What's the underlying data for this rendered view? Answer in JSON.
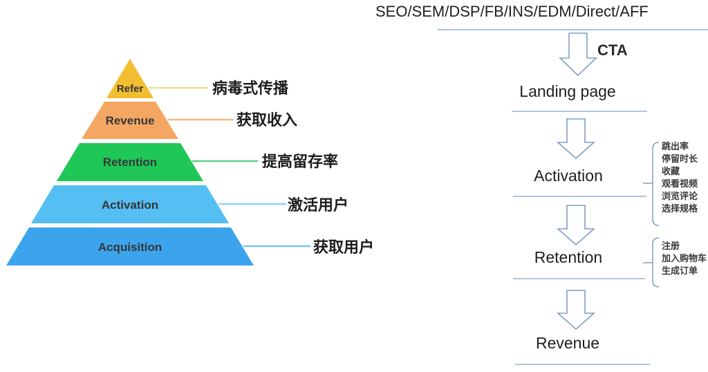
{
  "pyramid": {
    "tiers": [
      {
        "label": "Refer",
        "annotation": "病毒式传播",
        "color": "#F2BE31",
        "line_color": "#F6DE8B"
      },
      {
        "label": "Revenue",
        "annotation": "获取收入",
        "color": "#F4A763",
        "line_color": "#F5B67C"
      },
      {
        "label": "Retention",
        "annotation": "提高留存率",
        "color": "#1FC757",
        "line_color": "#5BD389"
      },
      {
        "label": "Activation",
        "annotation": "激活用户",
        "color": "#55BEF3",
        "line_color": "#8BD3F7"
      },
      {
        "label": "Acquisition",
        "annotation": "获取用户",
        "color": "#3CA4EC",
        "line_color": "#7CC5F2"
      }
    ]
  },
  "flow": {
    "channels_title": "SEO/SEM/DSP/FB/INS/EDM/Direct/AFF",
    "cta_label": "CTA",
    "stages": [
      {
        "label": "Landing page",
        "metrics": []
      },
      {
        "label": "Activation",
        "metrics": [
          "跳出率",
          "停留时长",
          "收藏",
          "观看视频",
          "浏览评论",
          "选择规格"
        ]
      },
      {
        "label": "Retention",
        "metrics": [
          "注册",
          "加入购物车",
          "生成订单"
        ]
      },
      {
        "label": "Revenue",
        "metrics": []
      }
    ]
  },
  "colors": {
    "flow_line": "#A6BED7",
    "arrow_outline": "#7E9FC5",
    "bracket": "#7E9FC5",
    "text_primary": "#1F1F1F",
    "tier_text": "#363636"
  }
}
